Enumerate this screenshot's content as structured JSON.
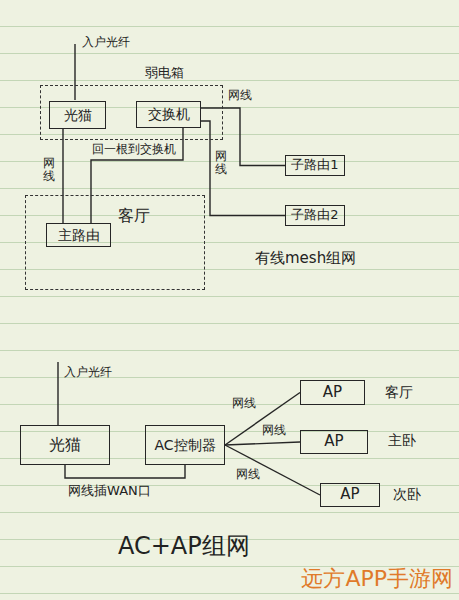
{
  "diagram": {
    "nodes": [
      {
        "text": [
          "弱电箱"
        ]
      },
      {
        "text": [
          "光猫"
        ],
        "in": 0
      },
      {
        "text": [
          "交换机"
        ],
        "in": 0
      },
      {
        "text": [
          "客厅"
        ]
      },
      {
        "text": [
          "主路由"
        ],
        "in": 3
      },
      {
        "text": [
          "子路由1"
        ]
      },
      {
        "text": [
          "子路由2"
        ]
      },
      {
        "text": [
          "光猫"
        ]
      },
      {
        "text": [
          "AC控制器"
        ]
      },
      {
        "text": [
          "AP"
        ]
      },
      {
        "text": [
          "AP"
        ]
      },
      {
        "text": [
          "AP"
        ]
      }
    ],
    "edges": [
      {
        "from": 1,
        "to": 4,
        "arrow": "none",
        "label": "网线"
      },
      {
        "from": 4,
        "to": 2,
        "arrow": "none",
        "label": "回一根到交换机"
      },
      {
        "from": 2,
        "to": 5,
        "arrow": "none",
        "label": "网线"
      },
      {
        "from": 2,
        "to": 6,
        "arrow": "none",
        "label": "网线"
      },
      {
        "from": 7,
        "to": 8,
        "arrow": "none",
        "label": "网线插WAN口"
      },
      {
        "from": 8,
        "to": 9,
        "arrow": "none",
        "label": "网线"
      },
      {
        "from": 8,
        "to": 10,
        "arrow": "none",
        "label": "网线"
      },
      {
        "from": 8,
        "to": 11,
        "arrow": "none",
        "label": "网线"
      }
    ],
    "labels": [
      "入户光纤",
      "有线mesh组网",
      "入户光纤",
      "客厅",
      "主卧",
      "次卧",
      "AC+AP组网",
      "远方APP手游网"
    ]
  }
}
